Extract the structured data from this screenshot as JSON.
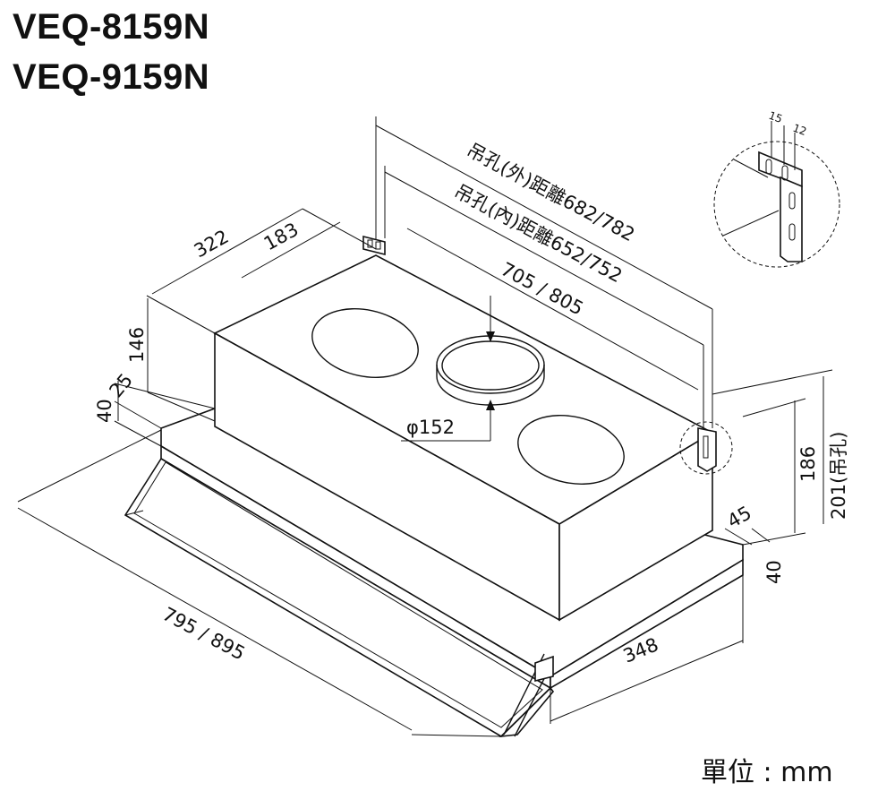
{
  "models": [
    "VEQ-8159N",
    "VEQ-9159N"
  ],
  "unit_label": "單位 : mm",
  "dimensions": {
    "hole_outer": "吊孔(外)距離682/782",
    "hole_inner": "吊孔(內)距離652/752",
    "top_width": "705 / 805",
    "depth_total": "322",
    "depth_inner": "183",
    "height_body": "146",
    "front_step": "25",
    "front_lip": "40",
    "duct_diameter": "φ152",
    "total_width": "795 / 895",
    "bottom_depth": "348",
    "right_height": "186",
    "right_height_hole": "201(吊孔)",
    "right_offset": "45",
    "right_lip": "40"
  },
  "detail": {
    "dim_a": "15",
    "dim_b": "12"
  }
}
